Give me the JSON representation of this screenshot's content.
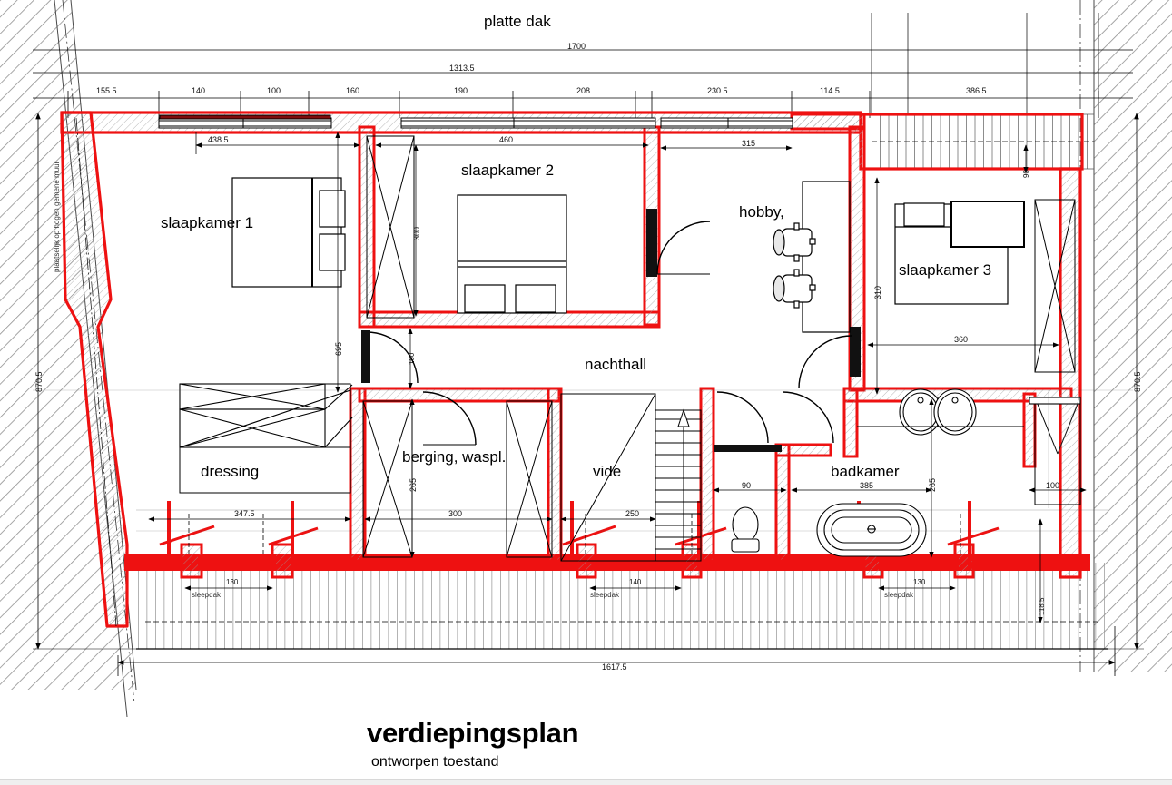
{
  "drawing": {
    "title": "verdiepingsplan",
    "subtitle": "ontworpen toestand",
    "top_label": "platte dak",
    "party_wall_note": "plaatselijk op hogen gemene muur",
    "colors": {
      "wall_outline": "#ee1111",
      "wall_fill": "#ffffff",
      "hatch": "#8a8a8a",
      "furniture": "#000000",
      "dimension": "#000000",
      "roof_hatch": "#808080"
    }
  },
  "rooms": [
    {
      "name": "slaapkamer 1",
      "label": "slaapkamer 1"
    },
    {
      "name": "slaapkamer 2",
      "label": "slaapkamer 2"
    },
    {
      "name": "slaapkamer 3",
      "label": "slaapkamer 3"
    },
    {
      "name": "hobby",
      "label": "hobby,"
    },
    {
      "name": "nachthall",
      "label": "nachthall"
    },
    {
      "name": "dressing",
      "label": "dressing"
    },
    {
      "name": "berging, wasplaats",
      "label": "berging, waspl."
    },
    {
      "name": "vide",
      "label": "vide"
    },
    {
      "name": "badkamer",
      "label": "badkamer"
    }
  ],
  "dimensions": {
    "top_overall": "1700",
    "top_second": "1313.5",
    "top_chain": [
      "155.5",
      "140",
      "100",
      "160",
      "190",
      "208",
      "230.5",
      "114.5",
      "386.5"
    ],
    "room_widths": [
      "438.5",
      "460",
      "315",
      "360"
    ],
    "left_height": "870.5",
    "right_height": "870.5",
    "bottom_overall": "1617.5",
    "interior": {
      "slaapkamer1_depth": "695",
      "slaapkamer2_depth": "300",
      "slaapkamer3_depth": "310",
      "door_gap": "100",
      "berging_depth": "265",
      "berging_width": "300",
      "dressing_width": "347.5",
      "vide_width": "250",
      "wc_width": "90",
      "badkamer_width": "385",
      "badkamer_depth": "265",
      "right_strip": "100",
      "roof_edge": "90",
      "bottom_right_offset": "118.5"
    },
    "dormers": [
      {
        "label": "sleepdak",
        "width": "130"
      },
      {
        "label": "sleepdak",
        "width": "140"
      },
      {
        "label": "sleepdak",
        "width": "130"
      }
    ]
  }
}
